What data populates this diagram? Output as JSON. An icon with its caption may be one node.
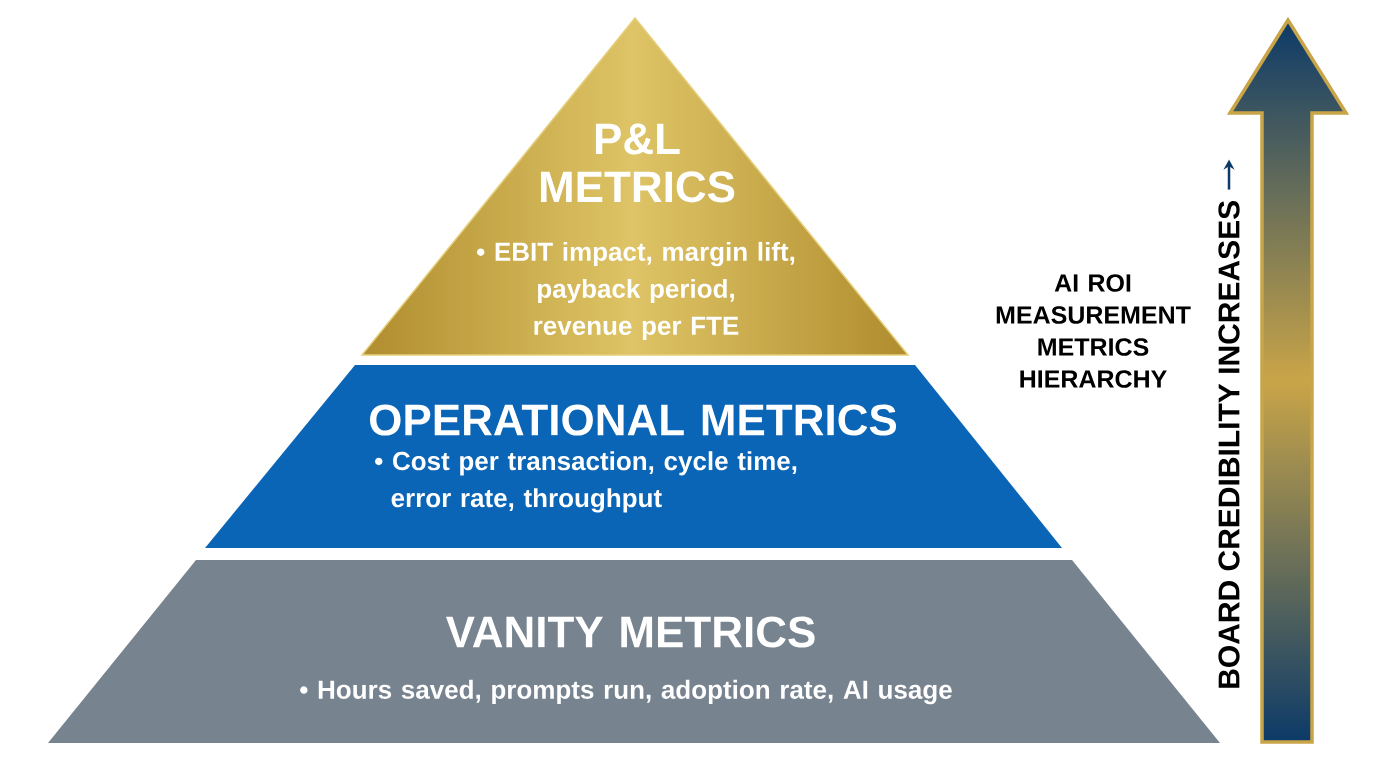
{
  "diagram": {
    "title": "AI ROI MEASUREMENT METRICS HIERARCHY",
    "nodes": [
      {
        "text": [
          "P&L METRICS",
          "• EBIT impact, margin lift, payback period, revenue per FTE"
        ]
      },
      {
        "text": [
          "OPERATIONAL METRICS",
          "• Cost per transaction, cycle time, error rate, throughput"
        ]
      },
      {
        "text": [
          "VANITY METRICS",
          "• Hours saved, prompts run, adoption rate, AI usage"
        ]
      }
    ],
    "labels": [
      "BOARD CREDIBILITY INCREASES"
    ]
  }
}
